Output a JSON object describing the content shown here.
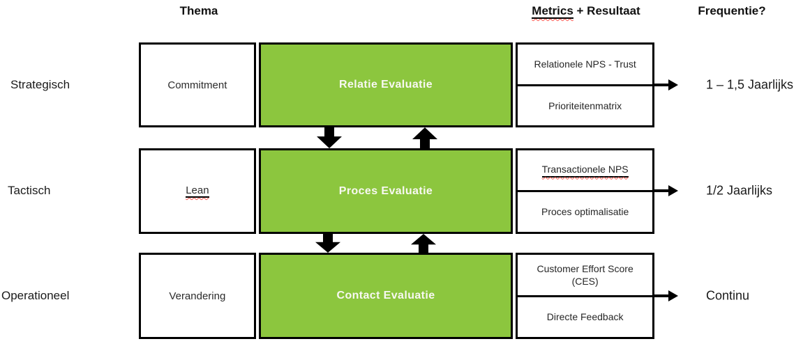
{
  "headers": {
    "thema": "Thema",
    "metrics_underlined": "Metrics",
    "metrics_rest": " + Resultaat",
    "frequentie": "Frequentie?"
  },
  "rows": [
    {
      "level": "Strategisch",
      "thema": "Commitment",
      "evaluatie": "Relatie Evaluatie",
      "metric_top": "Relationele NPS - Trust",
      "metric_bottom": "Prioriteitenmatrix",
      "frequentie": "1 – 1,5 Jaarlijks"
    },
    {
      "level": "Tactisch",
      "thema": "Lean",
      "evaluatie": "Proces Evaluatie",
      "metric_top": "Transactionele NPS",
      "metric_bottom": "Proces optimalisatie",
      "frequentie": "1/2 Jaarlijks"
    },
    {
      "level": "Operationeel",
      "thema": "Verandering",
      "evaluatie": "Contact Evaluatie",
      "metric_top": "Customer Effort Score (CES)",
      "metric_bottom": "Directe Feedback",
      "frequentie": "Continu"
    }
  ],
  "icons": {
    "down_arrow": "▼",
    "up_arrow": "▲",
    "right_arrow": "→"
  },
  "colors": {
    "green": "#8CC63E",
    "line": "#000000",
    "squiggle": "#FF5A52",
    "green_text": "#F8F8F2"
  }
}
